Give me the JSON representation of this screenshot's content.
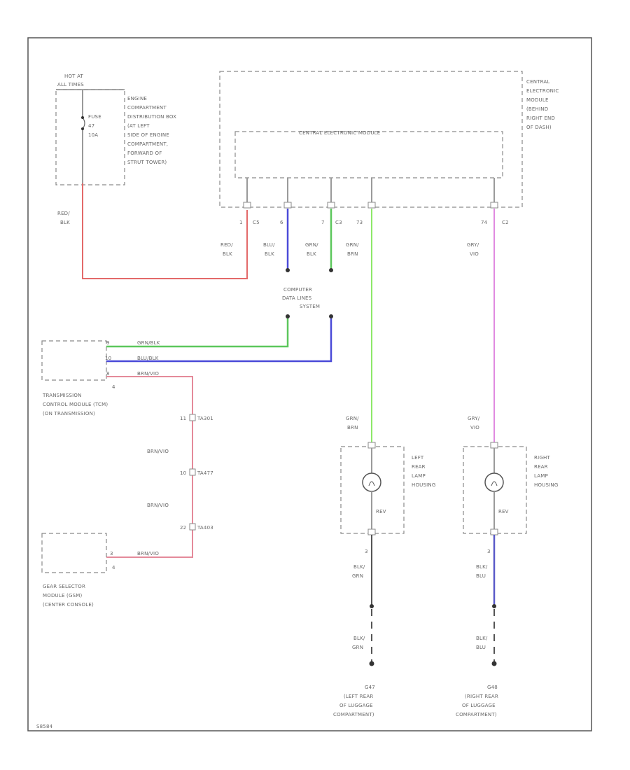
{
  "colors": {
    "red_blk": "#e36a6a",
    "blu_blk": "#4a4ad8",
    "grn_blk": "#5cc75c",
    "grn_brn": "#8ee86a",
    "gry_vio": "#e08ae0",
    "brn_vio": "#e48a9a",
    "blk_blu": "#5a5ac8"
  },
  "fuse_box": {
    "hot_line1": "HOT AT",
    "hot_line2": "ALL TIMES",
    "fuse_line1": "FUSE",
    "fuse_line2": "47",
    "fuse_line3": "10A",
    "desc": [
      "ENGINE",
      "COMPARTMENT",
      "DISTRIBUTION BOX",
      "(AT LEFT",
      "SIDE OF ENGINE",
      "COMPARTMENT,",
      "FORWARD OF",
      "STRUT TOWER)"
    ],
    "wire_line1": "RED/",
    "wire_line2": "BLK"
  },
  "cem": {
    "inner_title": "CENTRAL ELECTRONIC MODULE",
    "desc": [
      "CENTRAL",
      "ELECTRONIC",
      "MODULE",
      "(BEHIND",
      "RIGHT END",
      "OF DASH)"
    ],
    "pins": [
      {
        "pin": "1",
        "conn": "C5",
        "w1": "RED/",
        "w2": "BLK"
      },
      {
        "pin": "6",
        "conn": "",
        "w1": "BLU/",
        "w2": "BLK"
      },
      {
        "pin": "7",
        "conn": "C3",
        "w1": "GRN/",
        "w2": "BLK"
      },
      {
        "pin": "73",
        "conn": "",
        "w1": "GRN/",
        "w2": "BRN"
      },
      {
        "pin": "74",
        "conn": "C2",
        "w1": "GRY/",
        "w2": "VIO"
      }
    ]
  },
  "data_link": {
    "line1": "COMPUTER",
    "line2": "DATA LINES",
    "line3": "SYSTEM"
  },
  "tcm": {
    "desc": [
      "TRANSMISSION",
      "CONTROL MODULE (TCM)",
      "(ON TRANSMISSION)"
    ],
    "pin1": "9",
    "wire1": "GRN/BLK",
    "pin2": "10",
    "wire2": "BLU/BLK",
    "pin3": "8",
    "wire3": "BRN/VIO",
    "pin4": "4"
  },
  "inline": [
    {
      "pin": "11",
      "conn": "TA301"
    },
    {
      "pin": "10",
      "conn": "TA477"
    },
    {
      "pin": "22",
      "conn": "TA403"
    }
  ],
  "brn_vio_label": "BRN/VIO",
  "gsm": {
    "desc": [
      "GEAR SELECTOR",
      "MODULE (GSM)",
      "(CENTER CONSOLE)"
    ],
    "pin1": "3",
    "wire": "BRN/VIO",
    "pin2": "4"
  },
  "left_lamp": {
    "wire_top_1": "GRN/",
    "wire_top_2": "BRN",
    "desc": [
      "LEFT",
      "REAR",
      "LAMP",
      "HOUSING"
    ],
    "bulb": "REV",
    "pin": "3",
    "wire_bot_1": "BLK/",
    "wire_bot_2": "GRN",
    "wire_gnd_1": "BLK/",
    "wire_gnd_2": "GRN",
    "ground": [
      "G47",
      "(LEFT REAR",
      "OF LUGGAGE",
      "COMPARTMENT)"
    ]
  },
  "right_lamp": {
    "wire_top_1": "GRY/",
    "wire_top_2": "VIO",
    "desc": [
      "RIGHT",
      "REAR",
      "LAMP",
      "HOUSING"
    ],
    "bulb": "REV",
    "pin": "3",
    "wire_bot_1": "BLK/",
    "wire_bot_2": "BLU",
    "wire_gnd_1": "BLK/",
    "wire_gnd_2": "BLU",
    "ground": [
      "G48",
      "(RIGHT REAR",
      "OF LUGGAGE",
      "COMPARTMENT)"
    ]
  },
  "footer_code": "S8584"
}
